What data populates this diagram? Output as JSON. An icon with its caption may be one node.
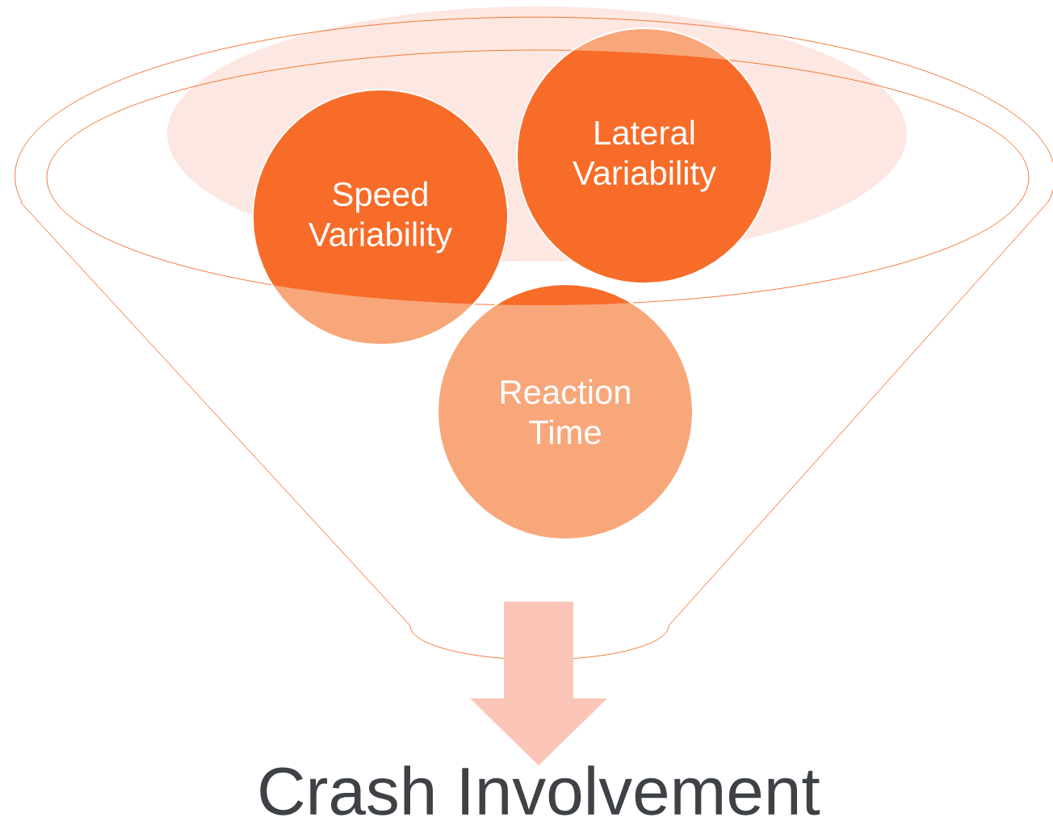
{
  "diagram": {
    "nodes": [
      {
        "text": [],
        "shape": "funnel"
      },
      {
        "text": [
          "Speed Variability"
        ],
        "in": 0
      },
      {
        "text": [
          "Lateral Variability"
        ],
        "in": 0
      },
      {
        "text": [
          "Reaction Time"
        ],
        "in": 0
      },
      {
        "text": [
          "Crash Involvement"
        ]
      }
    ],
    "edges": [
      {
        "from": 0,
        "to": 4,
        "arrow": "to"
      }
    ]
  }
}
